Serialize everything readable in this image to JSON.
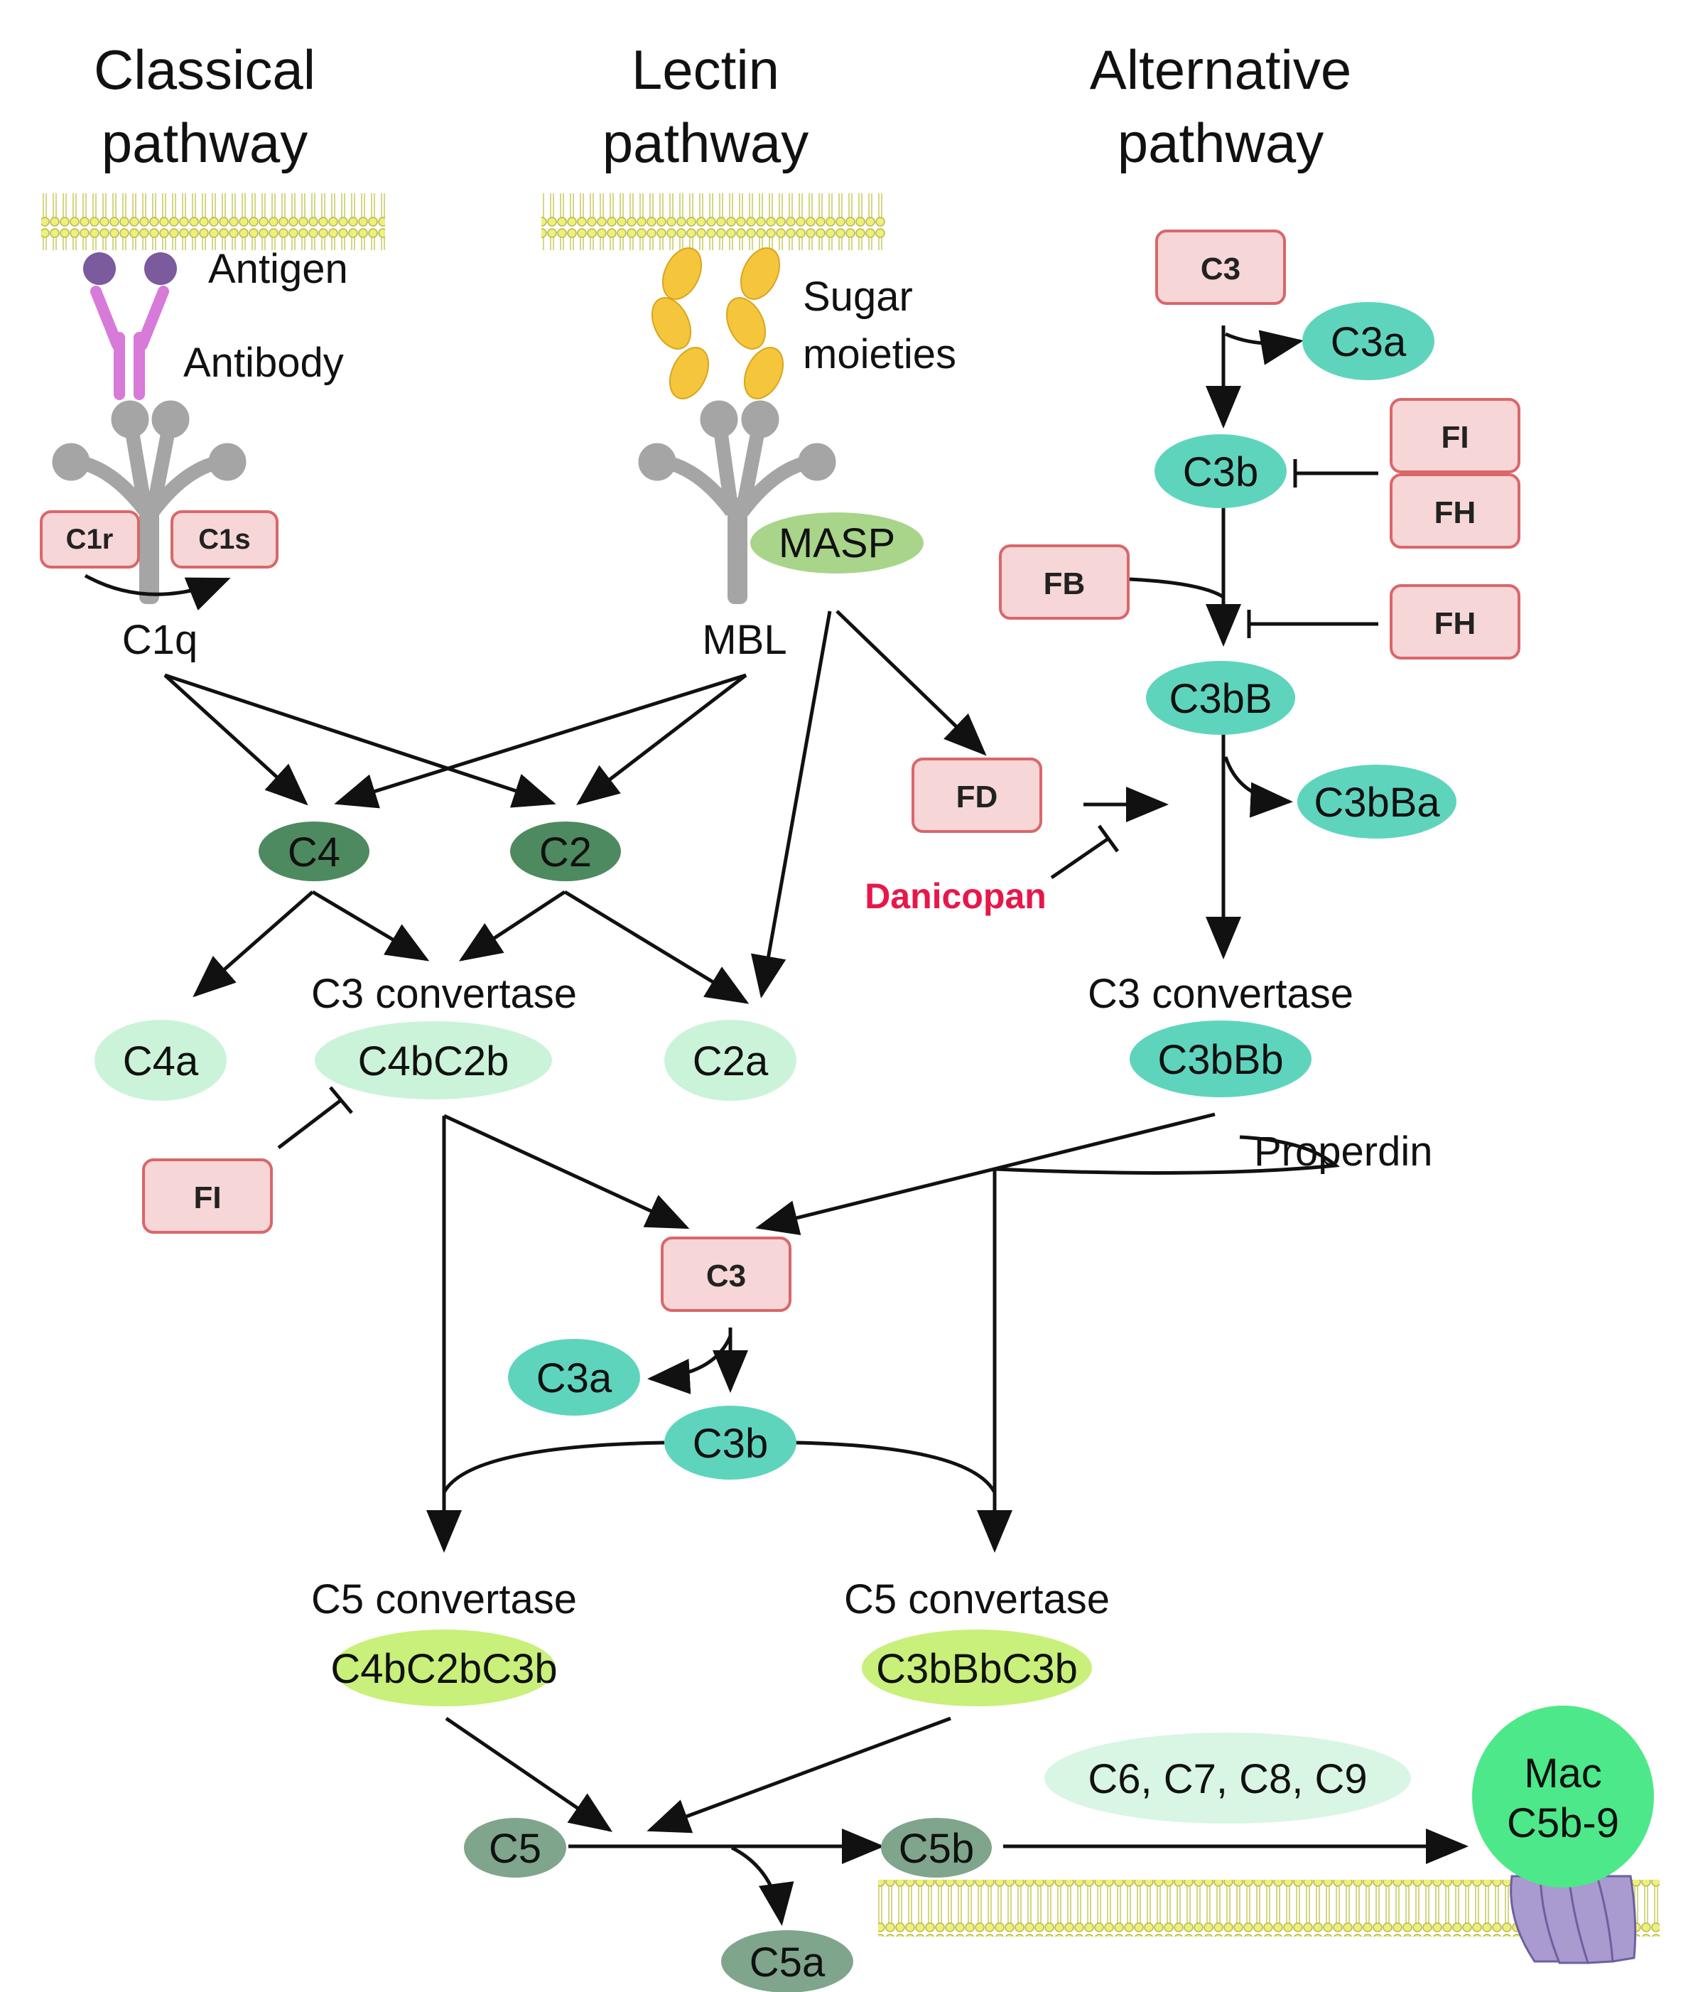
{
  "titles": {
    "classical": [
      "Classical",
      "pathway"
    ],
    "lectin": [
      "Lectin",
      "pathway"
    ],
    "alternative": [
      "Alternative",
      "pathway"
    ]
  },
  "labels": {
    "antigen": "Antigen",
    "antibody": "Antibody",
    "sugar": [
      "Sugar",
      "moieties"
    ],
    "c1q": "C1q",
    "mbl": "MBL",
    "properdin": "Properdin",
    "danicopan": "Danicopan",
    "c3_convertase": "C3 convertase",
    "c5_convertase": "C5 convertase"
  },
  "boxes": {
    "c1r": "C1r",
    "c1s": "C1s",
    "alt_c3": "C3",
    "fi_alt": "FI",
    "fh_upper": "FH",
    "fb": "FB",
    "fh_lower": "FH",
    "fd": "FD",
    "fi_classical": "FI",
    "c3_center": "C3"
  },
  "ovals": {
    "masp": "MASP",
    "c4": "C4",
    "c2": "C2",
    "c4a": "C4a",
    "c4bc2b": "C4bC2b",
    "c2a": "C2a",
    "alt_c3a": "C3a",
    "alt_c3b": "C3b",
    "c3bb": "C3bB",
    "c3bba": "C3bBa",
    "c3bbb": "C3bBb",
    "center_c3a": "C3a",
    "center_c3b": "C3b",
    "c4bc2bc3b": "C4bC2bC3b",
    "c3bbbc3b": "C3bBbC3b",
    "c5": "C5",
    "c5b": "C5b",
    "c5a": "C5a",
    "c6_c9": "C6, C7, C8, C9",
    "mac": [
      "Mac",
      "C5b-9"
    ]
  },
  "colors": {
    "teal": "#5fd4bd",
    "dark_green": "#4e8a5f",
    "light_green": "#cbf3d9",
    "lime": "#c8f07a",
    "gray_green": "#7fa58c",
    "mac_green": "#4de88a",
    "box_fill": "#f6d6d6",
    "box_stroke": "#d9676a",
    "danicopan": "#e8174a",
    "membrane": "#eef07c",
    "antibody": "#d77ad8",
    "antigen": "#7b5a9e",
    "sugar": "#f5c63c",
    "c1q_gray": "#a5a5a5",
    "masp": "#a8d58a",
    "pore": "#a99ad0"
  }
}
